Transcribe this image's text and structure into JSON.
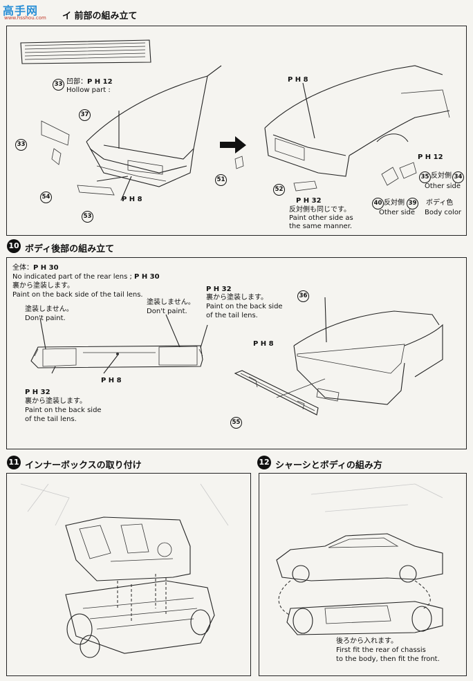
{
  "watermark": {
    "logo_text": "高手网",
    "url": "www.hsshou.com"
  },
  "step9": {
    "title": "イ 前部の組み立て",
    "page_corner": "",
    "hollow_part_jp": "凹部：",
    "hollow_part_en": "Hollow part :",
    "paint_note_jp": "反対側も同じです。",
    "paint_note_en1": "Paint other side as",
    "paint_note_en2": "the same manner.",
    "other_side_jp": "反対側",
    "other_side_en": "Other side",
    "other_side2_jp": "反対側",
    "other_side2_en": "Other side",
    "body_color_jp": "ボディ色",
    "body_color_en": "Body color",
    "code_12a": "P H 12",
    "code_8a": "P H 8",
    "code_8b": "P H 8",
    "code_32a": "P H 32",
    "code_12b": "P H 12",
    "parts": [
      "33",
      "37",
      "33",
      "54",
      "53",
      "51",
      "52",
      "35",
      "34",
      "40",
      "39"
    ]
  },
  "step10": {
    "number": "10",
    "title": "ボディ後部の組み立て",
    "whole_label": "全体：",
    "whole_code": "P H 30",
    "line1": "No indicated part of the rear lens ;",
    "line1_code": "P H 30",
    "line2": "裏から塗装します。",
    "line3": "Paint on the back side of the tail lens.",
    "dont_paint_jp_left": "塗装しません。",
    "dont_paint_en_left": "Don't paint.",
    "dont_paint_jp_mid": "塗装しません。",
    "dont_paint_en_mid": "Don't paint.",
    "right_code": "P H 32",
    "right_jp": "裏から塗装します。",
    "right_en1": "Paint on the back side",
    "right_en2": "of the tail lens.",
    "bottom_code": "P H 32",
    "bottom_jp": "裏から塗装します。",
    "bottom_en1": "Paint on the back side",
    "bottom_en2": "of the tail lens.",
    "mid_code": "P H 8",
    "body_code": "P H 8",
    "parts": [
      "36",
      "55"
    ]
  },
  "step11": {
    "number": "11",
    "title": "インナーボックスの取り付け"
  },
  "step12": {
    "number": "12",
    "title": "シャーシとボディの組み方",
    "note_jp": "後ろから入れます。",
    "note_en1": "First fit the rear of chassis",
    "note_en2": "to the body, then fit the front."
  }
}
